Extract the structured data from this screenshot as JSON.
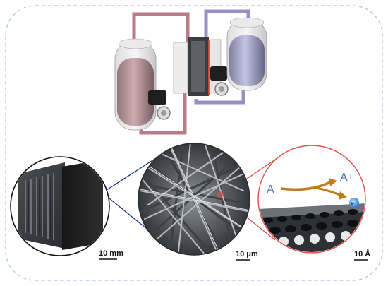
{
  "scale_bars": {
    "left": "10 mm",
    "middle": "10 μm",
    "right": "10 Å"
  },
  "reaction": {
    "reactant": "A",
    "product": "A+",
    "electron": "e-"
  },
  "colors": {
    "frame_dash": "#a9c4e6",
    "circle_line_blue": "#1f2f8f",
    "circle_line_red": "#e0504a",
    "arrow_orange": "#c27a1e",
    "reaction_text": "#4a6fb5",
    "electron_blue": "#2f7fd6",
    "pipe_red": "#b97c86",
    "pipe_purple": "#9690c7"
  }
}
